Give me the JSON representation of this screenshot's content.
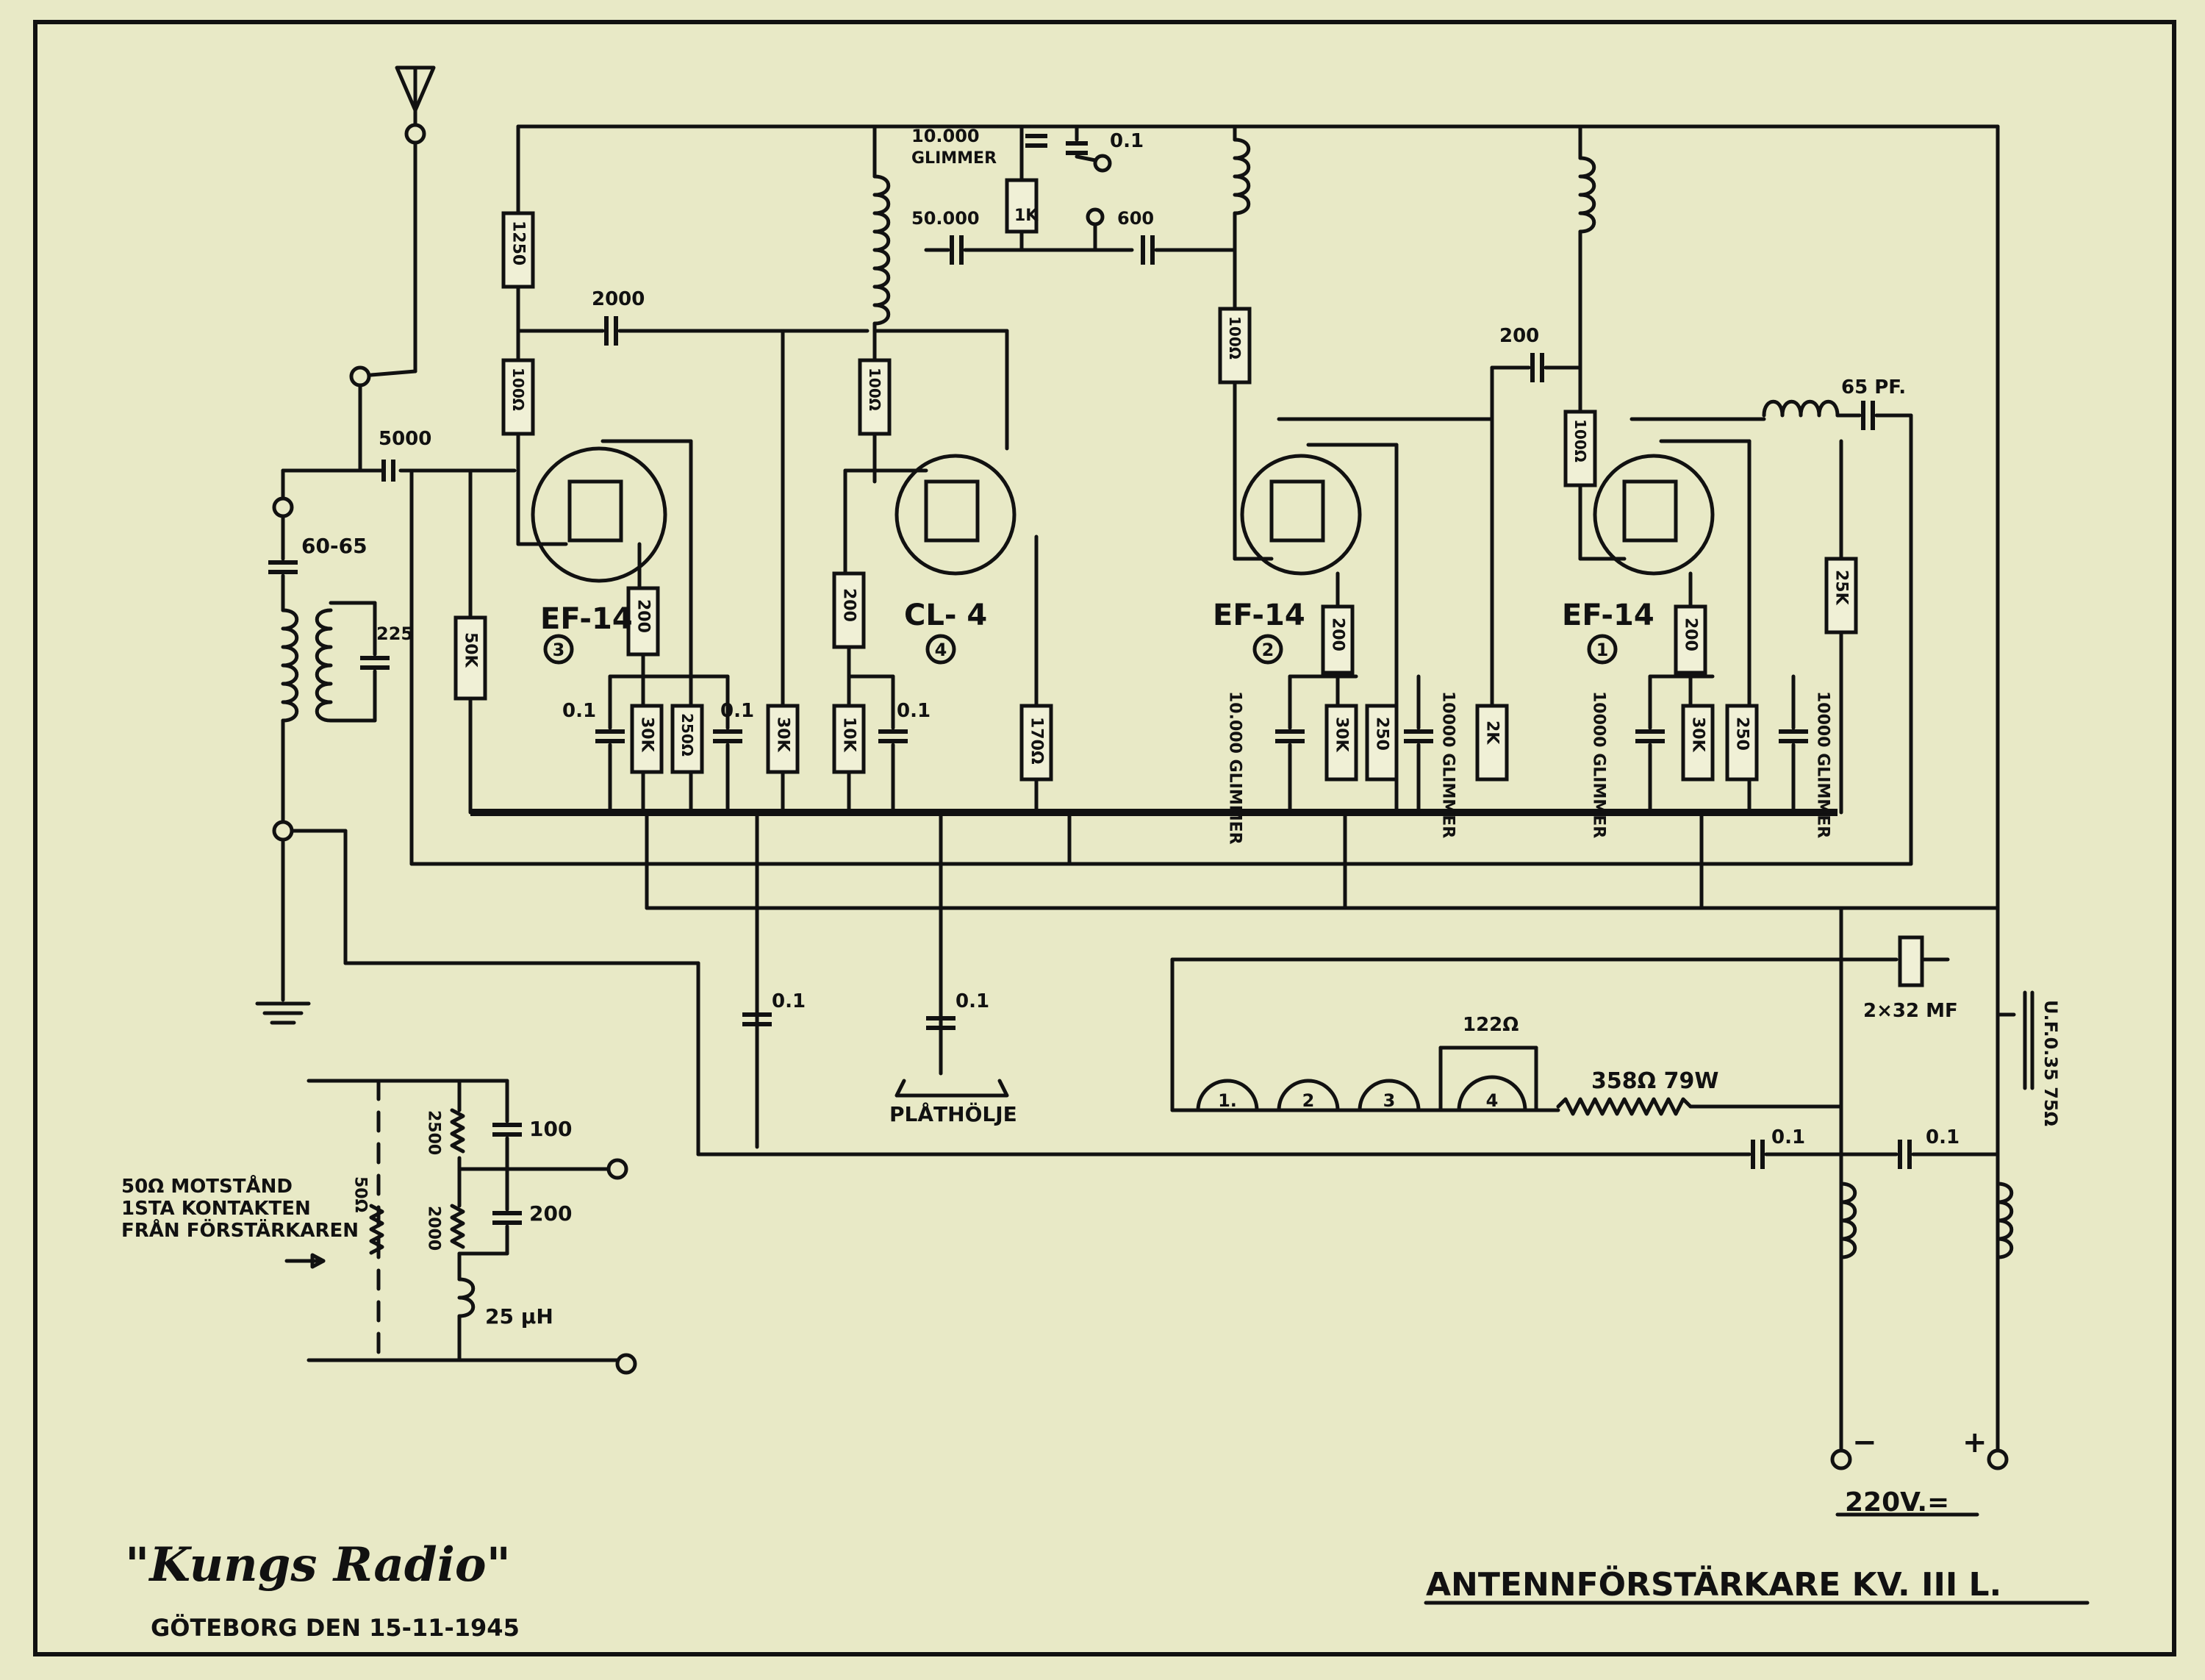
{
  "labels": {
    "c_10000_glimmer_1": "10.000",
    "c_10000_glimmer_2": "GLIMMER",
    "c_01_top": "0.1",
    "r_1k": "1K",
    "c_50000": "50.000",
    "c_600": "600",
    "r_1250": "1250",
    "c_2000": "2000",
    "c_200_top": "200",
    "c_65pf": "65 PF.",
    "r_100_a": "100Ω",
    "r_100_b": "100Ω",
    "r_100_c": "100Ω",
    "r_100_d": "100Ω",
    "c_5000": "5000",
    "c_60_65": "60-65",
    "c_225": "225",
    "tube3_type": "EF-14",
    "tube3_num": "3",
    "tube4_type": "CL- 4",
    "tube4_num": "4",
    "tube2_type": "EF-14",
    "tube2_num": "2",
    "tube1_type": "EF-14",
    "tube1_num": "1",
    "r_50k": "50K",
    "r_200_a": "200",
    "r_200_b": "200",
    "r_200_c": "200",
    "r_200_d": "200",
    "r_25k": "25K",
    "c_01_a": "0.1",
    "r_30k_a": "30K",
    "r_250_a": "250Ω",
    "c_01_b": "0.1",
    "r_30k_b": "30K",
    "r_10k": "10K",
    "c_01_c": "0.1",
    "r_170": "170Ω",
    "c_10000_glimmer_v1": "10.000 GLIMMER",
    "r_30k_c": "30K",
    "r_250_b": "250",
    "c_10000_glimmer_v2": "10000 GLIMMER",
    "r_2k": "2K",
    "c_10000_glimmer_v3": "10000 GLIMMER",
    "r_30k_d": "30K",
    "r_250_c": "250",
    "c_10000_glimmer_v4": "10000 GLIMMER",
    "c_01_d": "0.1",
    "c_01_e": "0.1",
    "platholje": "PLÅTHÖLJE",
    "c_2x32": "2×32 MF",
    "r_122": "122Ω",
    "r_358": "358Ω  79W",
    "lamp1": "1.",
    "lamp2": "2",
    "lamp3": "3",
    "lamp4": "4",
    "choke": "U.F.0.35  75Ω",
    "c_01_f": "0.1",
    "c_01_g": "0.1",
    "minus": "−",
    "plus": "+",
    "supply": "220V.=",
    "note1": "50Ω MOTSTÅND",
    "note2": "1STA KONTAKTEN",
    "note3": "FRÅN FÖRSTÄRKAREN",
    "r_50": "50Ω",
    "r_2500": "2500",
    "r_2000": "2000",
    "c_100": "100",
    "c_200_filter": "200",
    "l_25uh": "25 µH",
    "brand": "\"Kungs Radio\"",
    "date": "GÖTEBORG DEN 15-11-1945",
    "drawing_title": "ANTENNFÖRSTÄRKARE  KV. III L."
  }
}
